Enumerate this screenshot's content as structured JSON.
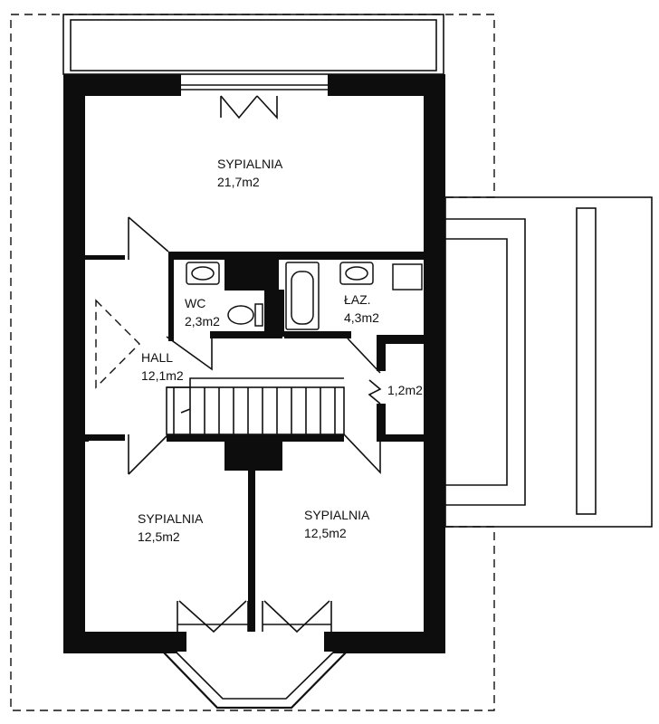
{
  "rooms": {
    "bedroom_top": {
      "name": "SYPIALNIA",
      "area": "21,7m2"
    },
    "wc": {
      "name": "WC",
      "area": "2,3m2"
    },
    "bathroom": {
      "name": "ŁAZ.",
      "area": "4,3m2"
    },
    "hall": {
      "name": "HALL",
      "area": "12,1m2"
    },
    "closet": {
      "area": "1,2m2"
    },
    "bedroom_left": {
      "name": "SYPIALNIA",
      "area": "12,5m2"
    },
    "bedroom_right": {
      "name": "SYPIALNIA",
      "area": "12,5m2"
    }
  },
  "colors": {
    "wall": "#0d0d0d",
    "line": "#111111",
    "background": "#ffffff"
  }
}
